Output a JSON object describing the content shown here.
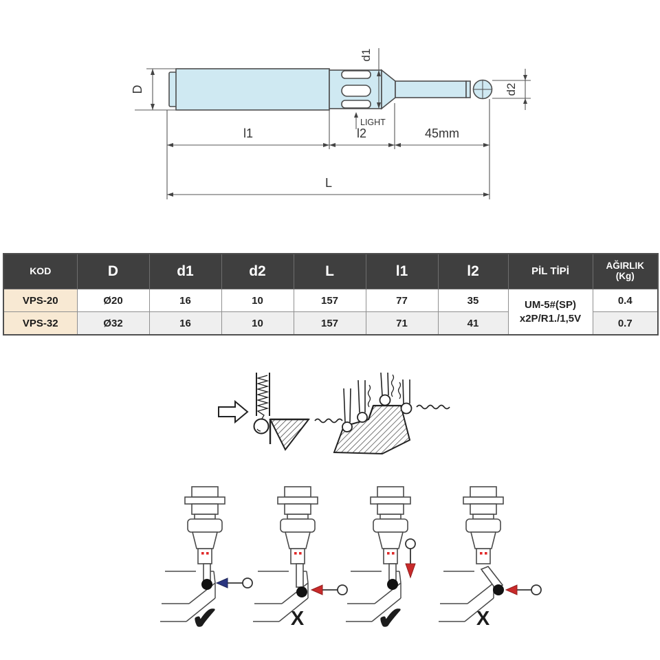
{
  "drawing": {
    "fill": "#cfe9f2",
    "outline": "#4d4d4d",
    "labels": {
      "D": "D",
      "d1": "d1",
      "d2": "d2",
      "l1": "l1",
      "l2": "l2",
      "len": "45mm",
      "total": "L",
      "light": "LIGHT"
    }
  },
  "table": {
    "header_bg": "#3f3f3f",
    "row_highlight": "#f8e9d3",
    "headers": [
      {
        "label": "KOD"
      },
      {
        "label": "D"
      },
      {
        "label": "d1"
      },
      {
        "label": "d2"
      },
      {
        "label": "L"
      },
      {
        "label": "l1"
      },
      {
        "label": "l2"
      },
      {
        "label": "PİL TİPİ"
      },
      {
        "label": "AĞIRLIK",
        "sub": "(Kg)"
      }
    ],
    "rows": [
      {
        "kod": "VPS-20",
        "D": "Ø20",
        "d1": "16",
        "d2": "10",
        "L": "157",
        "l1": "77",
        "l2": "35",
        "agirlik": "0.4"
      },
      {
        "kod": "VPS-32",
        "D": "Ø32",
        "d1": "16",
        "d2": "10",
        "L": "157",
        "l1": "71",
        "l2": "41",
        "agirlik": "0.7"
      }
    ],
    "battery": {
      "line1": "UM-5#(SP)",
      "line2": "x2P/R1./1,5V"
    }
  },
  "usage": {
    "arrow_correct_color": "#2a3580",
    "arrow_incorrect_color": "#c92a2a",
    "marks": [
      {
        "symbol": "✔",
        "meaning": "correct"
      },
      {
        "symbol": "X",
        "meaning": "incorrect"
      },
      {
        "symbol": "✔",
        "meaning": "correct"
      },
      {
        "symbol": "X",
        "meaning": "incorrect"
      }
    ]
  }
}
